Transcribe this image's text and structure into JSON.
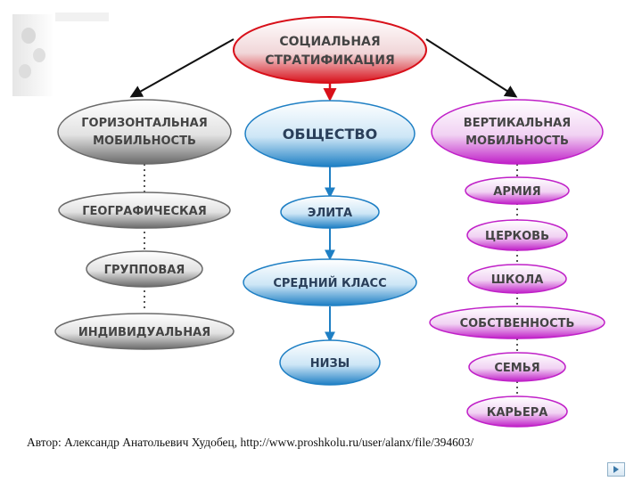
{
  "diagram": {
    "top": {
      "line1": "СОЦИАЛЬНАЯ",
      "line2": "СТРАТИФИКАЦИЯ"
    },
    "horizontal": {
      "line1": "ГОРИЗОНТАЛЬНАЯ",
      "line2": "МОБИЛЬНОСТЬ"
    },
    "society": "ОБЩЕСТВО",
    "vertical": {
      "line1": "ВЕРТИКАЛЬНАЯ",
      "line2": "МОБИЛЬНОСТЬ"
    },
    "left_items": [
      "ГЕОГРАФИЧЕСКАЯ",
      "ГРУППОВАЯ",
      "ИНДИВИДУАЛЬНАЯ"
    ],
    "center_items": [
      "ЭЛИТА",
      "СРЕДНИЙ КЛАСС",
      "НИЗЫ"
    ],
    "right_items": [
      "АРМИЯ",
      "ЦЕРКОВЬ",
      "ШКОЛА",
      "СОБСТВЕННОСТЬ",
      "СЕМЬЯ",
      "КАРЬЕРА"
    ]
  },
  "caption": "Автор: Александр Анатольевич Худобец, http://www.proshkolu.ru/user/alanx/file/394603/",
  "colors": {
    "red": "#d8101a",
    "blue": "#1e7fc4",
    "gray": "#6a6a6a",
    "purple": "#c020c8"
  }
}
